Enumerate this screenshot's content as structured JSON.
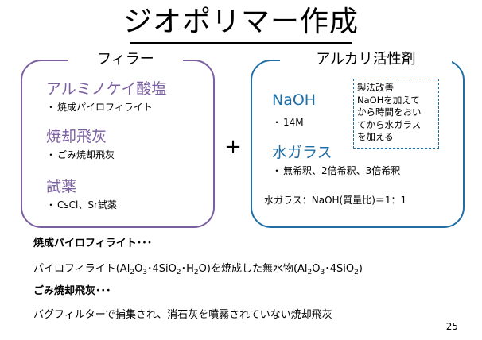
{
  "title": "ジオポリマー作成",
  "left_panel": {
    "label": "フィラー",
    "items": [
      {
        "heading": "アルミノケイ酸塩",
        "bullet": "・",
        "detail": "焼成パイロフィライト"
      },
      {
        "heading": "焼却飛灰",
        "bullet": "・",
        "detail": "ごみ焼却飛灰"
      },
      {
        "heading": "試薬",
        "bullet": "・",
        "detail": "CsCl、Sr試薬"
      }
    ]
  },
  "plus": "+",
  "right_panel": {
    "label": "アルカリ活性剤",
    "naoh": {
      "heading": "NaOH",
      "bullet": "・",
      "detail": "14M"
    },
    "water_glass": {
      "heading": "水ガラス",
      "bullet": "・",
      "detail": "無希釈、2倍希釈、3倍希釈"
    },
    "ratio": "水ガラス：NaOH(質量比)＝1：1",
    "note_lines": [
      "製法改善",
      "NaOHを加えて",
      "から時間をおい",
      "てから水ガラス",
      "を加える"
    ]
  },
  "bottom": {
    "term1": "焼成パイロフィライト･･･",
    "def1": {
      "p1": "パイロフィライト(Al",
      "s1": "2",
      "p2": "O",
      "s2": "3",
      "p3": "･4SiO",
      "s3": "2",
      "p4": "･H",
      "s4": "2",
      "p5": "O)を焼成した無水物(Al",
      "s5": "2",
      "p6": "O",
      "s6": "3",
      "p7": "･4SiO",
      "s7": "2",
      "p8": ")"
    },
    "term2": "ごみ焼却飛灰･･･",
    "def2": "バグフィルターで捕集され、消石灰を噴霧されていない焼却飛灰"
  },
  "page_number": "25",
  "colors": {
    "purple": "#7b5fa0",
    "blue": "#1f6ea5"
  }
}
